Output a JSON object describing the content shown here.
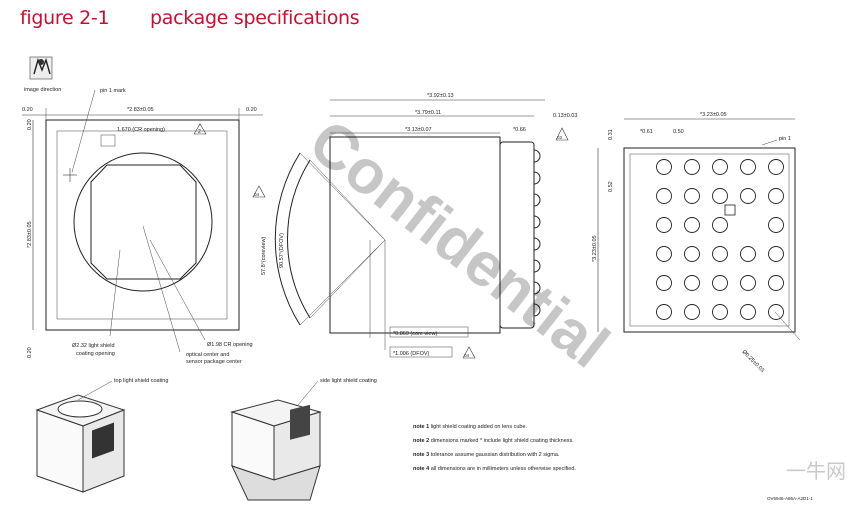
{
  "header": {
    "figure": "figure 2-1",
    "title": "package specifications"
  },
  "top_view": {
    "image_direction": "image direction",
    "pin1_mark": "pin 1 mark",
    "left_margin": "0.20",
    "width": "*2.83±0.05",
    "right_margin": "0.20",
    "cr_opening_side": "1.670 (CR opening)",
    "note_ref": "2",
    "height": "*2.83±0.05",
    "bottom_margin": "0.20",
    "top_margin": "0.20",
    "light_shield": "Ø2.32 light shield",
    "light_shield2": "coating opening",
    "cr_opening_dia": "Ø1.98 CR opening",
    "optical_center": "optical center and",
    "optical_center2": "sensor package center"
  },
  "side_view": {
    "total_width": "*3.92±0.13",
    "cube_width": "*3.79±0.11",
    "pkg_width": "*3.13±0.07",
    "offset": "*0.66",
    "ball_height": "0.13±0.03",
    "note_ref_top": "03",
    "angle_core": "57.8°(coreview)",
    "angle_dfov": "90.57°(DFOV)",
    "note_ref_left": "04",
    "dim_core": "*0.869 (core view)",
    "dim_dfov": "*1.006 (DFOV)",
    "note_ref_bottom": "04"
  },
  "bottom_view": {
    "width": "*3.23±0.05",
    "edge": "*0.61",
    "pitch": "0.50",
    "pin1": "pin 1",
    "top_offset": "0.31",
    "pitch_v": "0.52",
    "height": "*3.23±0.05",
    "ball_dia": "Ø0.25±0.03"
  },
  "iso": {
    "top_coating": "top light shield coating",
    "side_coating": "side light shield coating"
  },
  "notes": [
    {
      "label": "note 1",
      "text": "light shield coating added on lens cube."
    },
    {
      "label": "note 2",
      "text": "dimensions marked * include light shield coating thickness."
    },
    {
      "label": "note 3",
      "text": "tolerance assume gaussian distribution with 2 sigma."
    },
    {
      "label": "note 4",
      "text": "all dimensions are in millimeters unless otherwise specified."
    }
  ],
  "watermark": "Confidential",
  "doc_code": "OV6946-A86A-A2D1-1",
  "brand_mark": "一牛网"
}
